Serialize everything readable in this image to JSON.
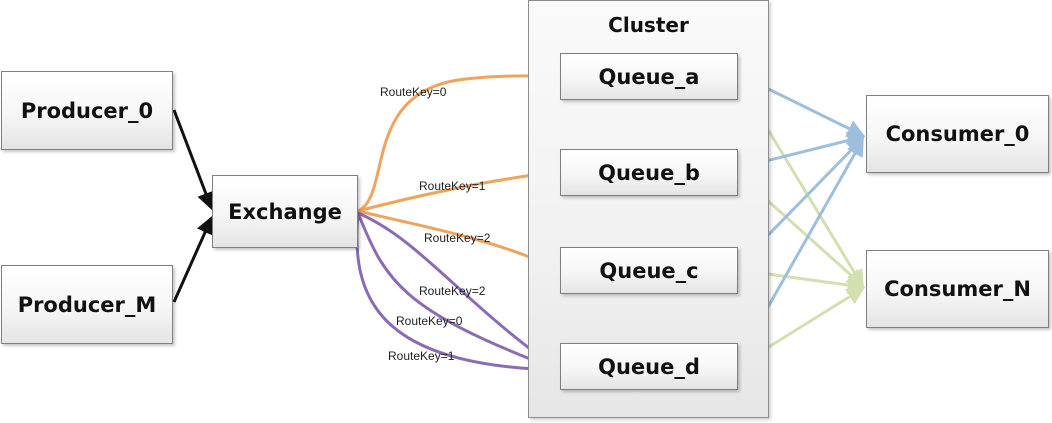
{
  "cluster": {
    "title": "Cluster"
  },
  "nodes": {
    "producer_0": "Producer_0",
    "producer_m": "Producer_M",
    "exchange": "Exchange",
    "queue_a": "Queue_a",
    "queue_b": "Queue_b",
    "queue_c": "Queue_c",
    "queue_d": "Queue_d",
    "consumer_0": "Consumer_0",
    "consumer_n": "Consumer_N"
  },
  "edge_labels": {
    "to_queue_a": "RouteKey=0",
    "to_queue_b": "RouteKey=1",
    "to_queue_c": "RouteKey=2",
    "to_queue_d_key2": "RouteKey=2",
    "to_queue_d_key0": "RouteKey=0",
    "to_queue_d_key1": "RouteKey=1"
  },
  "colors": {
    "producer_links": "#111111",
    "routes_orange": "#f0a35a",
    "routes_purple": "#8a6bb5",
    "consumer_0_links": "#9dbfde",
    "consumer_n_links": "#d2dfb0"
  }
}
